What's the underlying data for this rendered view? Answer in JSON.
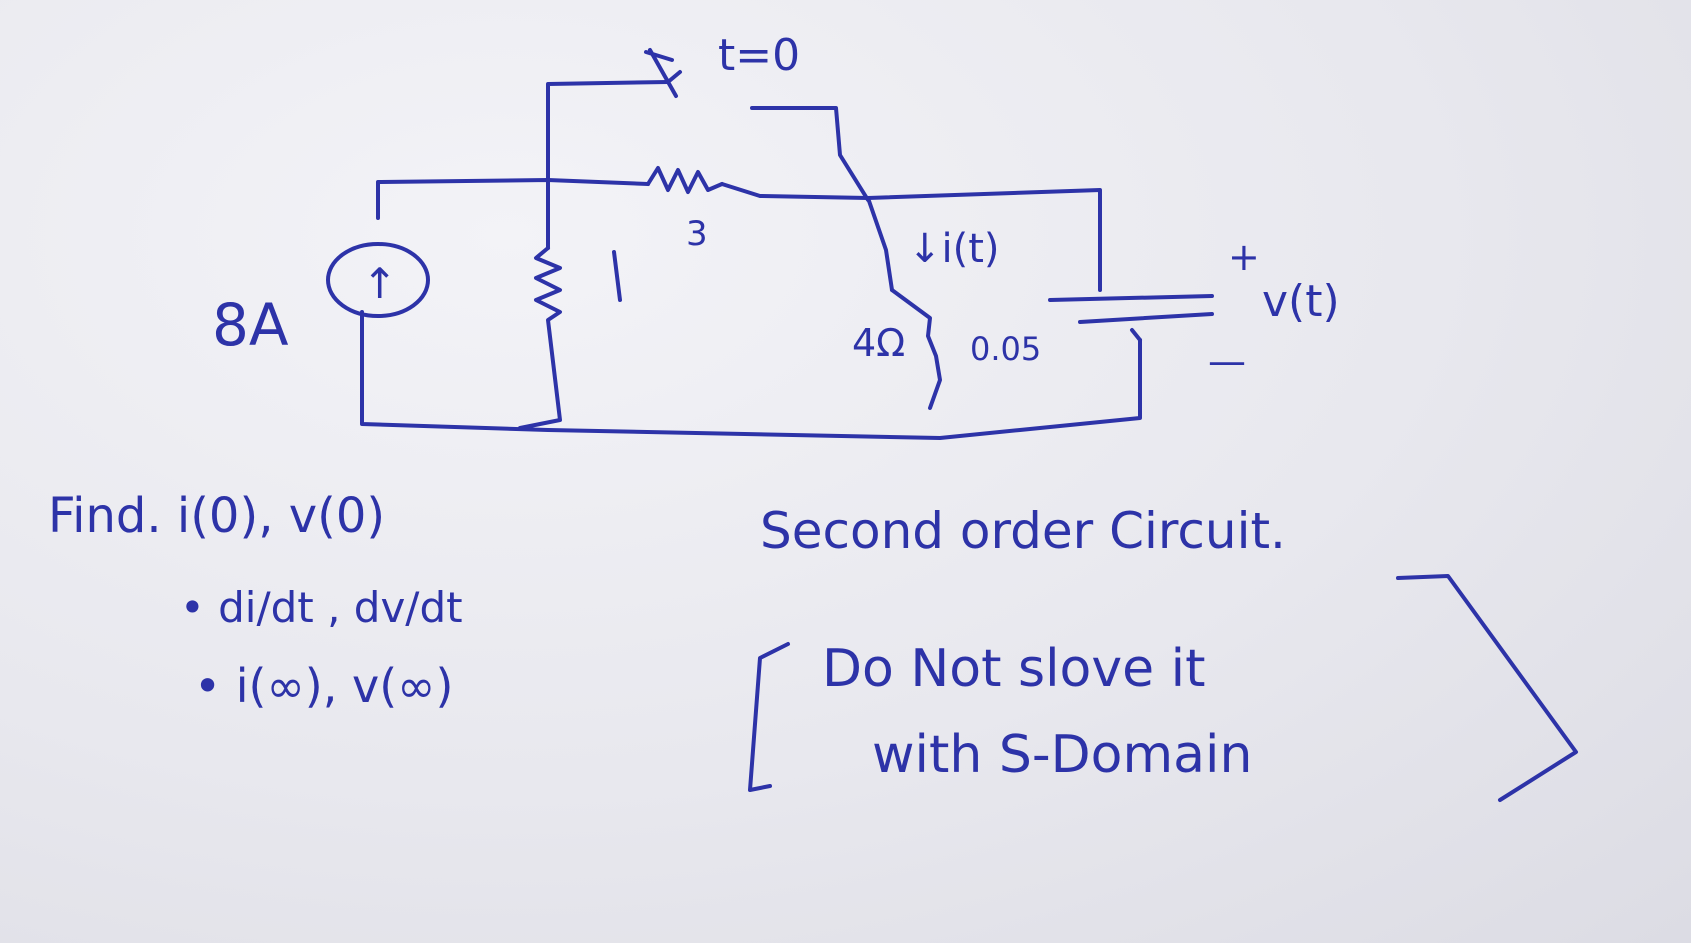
{
  "circuit": {
    "switch_label": "t=0",
    "source_label": "8A",
    "source_arrow": "↑",
    "r1_label": "1",
    "r3_label": "3",
    "r4_label": "4Ω",
    "current_label": "↓i(t)",
    "cap_label": "0.05",
    "v_plus": "+",
    "v_label": "v(t)",
    "v_minus": "—"
  },
  "notes": {
    "find_line1": "Find. i(0), v(0)",
    "find_line2": "• di/dt , dv/dt",
    "find_line3": "• i(∞), v(∞)",
    "order_text": "Second order Circuit.",
    "note_line1": "Do Not slove it",
    "note_line2": "with S-Domain"
  },
  "colors": {
    "ink": "#2d33a8",
    "paper": "#ececf1"
  }
}
